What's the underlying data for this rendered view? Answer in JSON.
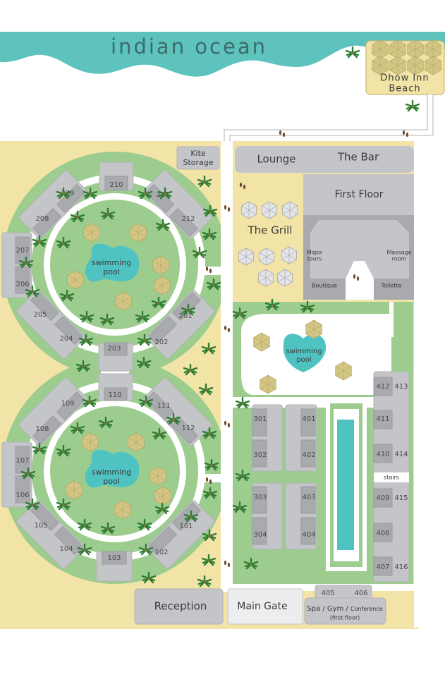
{
  "title": "indian ocean",
  "beach": {
    "line1": "Dhow Inn",
    "line2": "Beach"
  },
  "facilities": {
    "kite": {
      "line1": "Kite",
      "line2": "Storage"
    },
    "lounge": "Lounge",
    "bar": "The Bar",
    "first_floor": "First Floor",
    "grill": "The Grill",
    "major_tours": {
      "line1": "Major",
      "line2": "tours"
    },
    "massage": {
      "line1": "Massage",
      "line2": "room"
    },
    "boutique": "Boutique",
    "toilette": "Toilette",
    "pool_label": {
      "line1": "swimming",
      "line2": "pool"
    },
    "stairs": "stairs",
    "reception": "Reception",
    "main_gate": "Main Gate",
    "spa": {
      "main": "Spa / Gym / ",
      "small": "Conference",
      "sub": "(first floor)"
    }
  },
  "rooms": {
    "r210": "210",
    "r211": "211",
    "r212": "212",
    "r209": "209",
    "r208": "208",
    "r207": "207",
    "r206": "206",
    "r205": "205",
    "r204": "204",
    "r203": "203",
    "r202": "202",
    "r201": "201",
    "r110": "110",
    "r111": "111",
    "r112": "112",
    "r109": "109",
    "r108": "108",
    "r107": "107",
    "r106": "106",
    "r105": "105",
    "r104": "104",
    "r103": "103",
    "r102": "102",
    "r101": "101",
    "r301": "301",
    "r302": "302",
    "r303": "303",
    "r304": "304",
    "r401": "401",
    "r402": "402",
    "r403": "403",
    "r404": "404",
    "r405": "405",
    "r406": "406",
    "r407": "407",
    "r408": "408",
    "r409": "409",
    "r410": "410",
    "r411": "411",
    "r412": "412",
    "r413": "413",
    "r414": "414",
    "r415": "415",
    "r416": "416"
  },
  "colors": {
    "ocean": "#5ec3bd",
    "sand": "#f2e3a6",
    "grass": "#9ccc8e",
    "path": "#ffffff",
    "building": "#c4c5c9",
    "room_unit": "#a9aaae",
    "pool": "#4fc3c2",
    "umbrella": "#d3c685",
    "white_umbrella": "#e4e5e8",
    "palm": "#2e7d32"
  }
}
